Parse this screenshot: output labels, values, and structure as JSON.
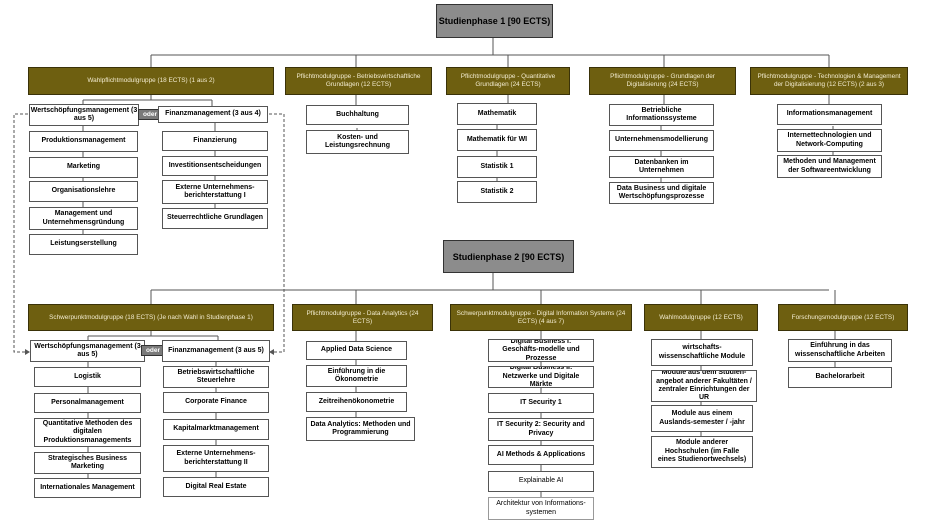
{
  "phase1": {
    "title": "Studienphase 1 [90 ECTS)"
  },
  "phase2": {
    "title": "Studienphase 2 [90 ECTS)"
  },
  "connector": "oder",
  "p1_groups": [
    {
      "label": "Wahlpflichtmodulgruppe (18 ECTS) (1 aus 2)",
      "branches": [
        {
          "label": "Wertschöpfungsmanagement (3 aus 5)",
          "items": [
            "Produktionsmanagement",
            "Marketing",
            "Organisationslehre",
            "Management und Unternehmensgründung",
            "Leistungserstellung"
          ]
        },
        {
          "label": "Finanzmanagement (3 aus 4)",
          "items": [
            "Finanzierung",
            "Investitionsentscheidungen",
            "Externe Unternehmens-berichterstattung I",
            "Steuerrechtliche Grundlagen"
          ]
        }
      ]
    },
    {
      "label": "Pflichtmodulgruppe - Betriebswirtschaftliche Grundlagen (12 ECTS)",
      "items": [
        "Buchhaltung",
        "Kosten- und Leistungsrechnung"
      ]
    },
    {
      "label": "Pflichtmodulgruppe - Quantitative Grundlagen (24 ECTS)",
      "items": [
        "Mathematik",
        "Mathematik für WI",
        "Statistik 1",
        "Statistik 2"
      ]
    },
    {
      "label": "Pflichtmodulgruppe - Grundlagen der Digitalisierung (24 ECTS)",
      "items": [
        "Betriebliche Informationssysteme",
        "Unternehmensmodellierung",
        "Datenbanken im Unternehmen",
        "Data Business und digitale Wertschöpfungsprozesse"
      ]
    },
    {
      "label": "Pflichtmodulgruppe - Technologien & Management der Digitalisierung (12 ECTS) (2 aus 3)",
      "items": [
        "Informationsmanagement",
        "Internettechnologien und Network-Computing",
        "Methoden und Management der Softwareentwicklung"
      ]
    }
  ],
  "p2_groups": [
    {
      "label": "Schwerpunktmodulgruppe (18 ECTS) (Je nach Wahl in Studienphase 1)",
      "branches": [
        {
          "label": "Wertschöpfungsmanagement (3 aus 5)",
          "items": [
            "Logistik",
            "Personalmanagement",
            "Quantitative Methoden des digitalen Produktionsmanagements",
            "Strategisches Business Marketing",
            "Internationales Management"
          ]
        },
        {
          "label": "Finanzmanagement (3 aus 5)",
          "items": [
            "Betriebswirtschaftliche Steuerlehre",
            "Corporate Finance",
            "Kapitalmarktmanagement",
            "Externe Unternehmens-berichterstattung II",
            "Digital Real Estate"
          ]
        }
      ]
    },
    {
      "label": "Pflichtmodulgruppe - Data Analytics (24 ECTS)",
      "items": [
        "Applied Data Science",
        "Einführung in die Ökonometrie",
        "Zeitreihenökonometrie",
        "Data Analytics: Methoden und Programmierung"
      ]
    },
    {
      "label": "Schwerpunktmodulgruppe - Digital Information Systems (24 ECTS) (4 aus 7)",
      "items": [
        "Digital Business I: Geschäfts-modelle und Prozesse",
        "Digital Business II: Netzwerke und Digitale Märkte",
        "IT Security 1",
        "IT Security 2: Security and Privacy",
        "AI Methods & Applications",
        "Explainable AI",
        "Architektur von Informations-systemen"
      ]
    },
    {
      "label": "Wahlmodulgruppe (12 ECTS)",
      "items": [
        "wirtschafts-wissenschaftliche Module",
        "Module aus dem Studien-angebot anderer Fakultäten / zentraler Einrichtungen der UR",
        "Module aus einem Auslands-semester / -jahr",
        "Module anderer Hochschulen (im Falle eines Studienortwechsels)"
      ]
    },
    {
      "label": "Forschungsmodulgruppe (12 ECTS)",
      "items": [
        "Einführung in das wissenschaftliche Arbeiten",
        "Bachelorarbeit"
      ]
    }
  ]
}
